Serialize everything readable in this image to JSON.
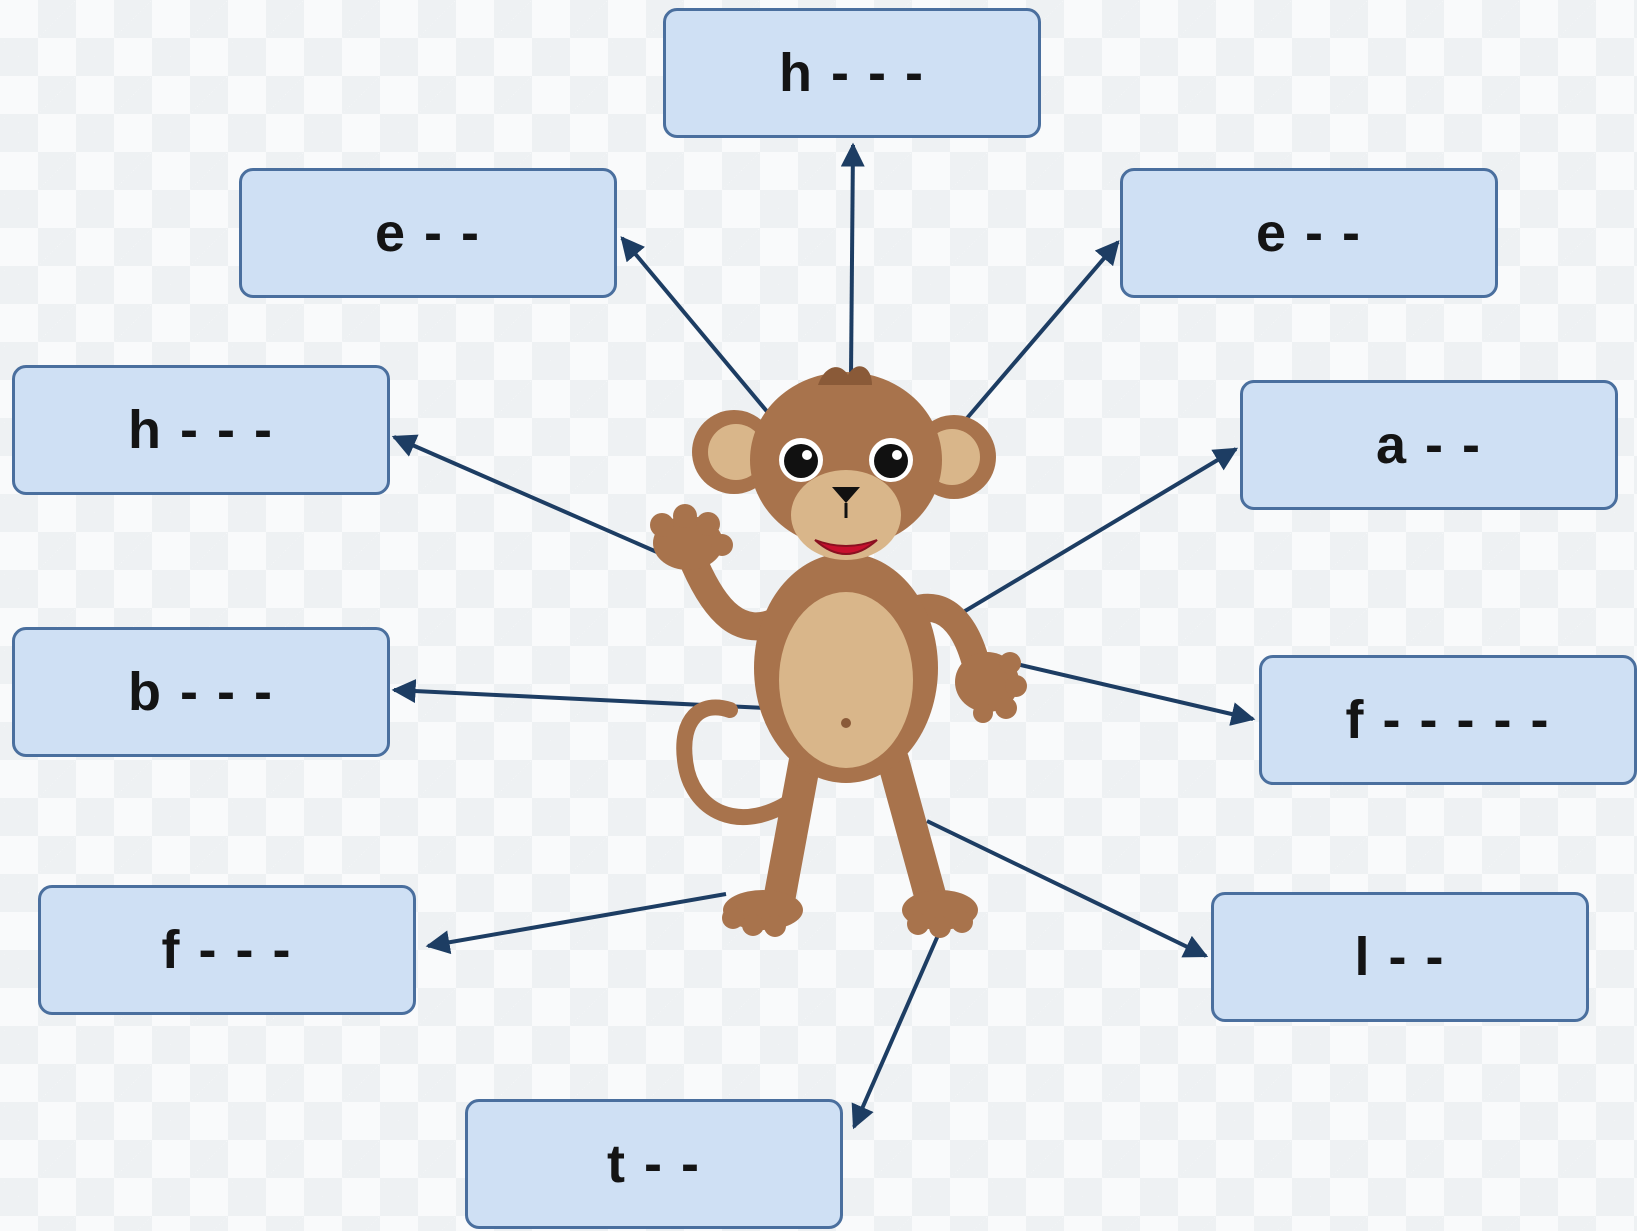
{
  "labels": [
    {
      "id": "head",
      "text": "h - - -"
    },
    {
      "id": "eye-left",
      "text": "e - -"
    },
    {
      "id": "ear",
      "text": "e - -"
    },
    {
      "id": "hand",
      "text": "h - - -"
    },
    {
      "id": "arm",
      "text": "a - -"
    },
    {
      "id": "belly",
      "text": "b - - -"
    },
    {
      "id": "fingers",
      "text": "f - - - - -"
    },
    {
      "id": "foot",
      "text": "f - - -"
    },
    {
      "id": "leg",
      "text": "l - -"
    },
    {
      "id": "toe",
      "text": "t - -"
    }
  ],
  "colors": {
    "box_fill": "#cfe0f4",
    "box_border": "#4a6f9e",
    "arrow": "#1d3d63",
    "monkey_fur": "#a8734c",
    "monkey_skin": "#d9b68a",
    "mouth": "#c8102e"
  }
}
